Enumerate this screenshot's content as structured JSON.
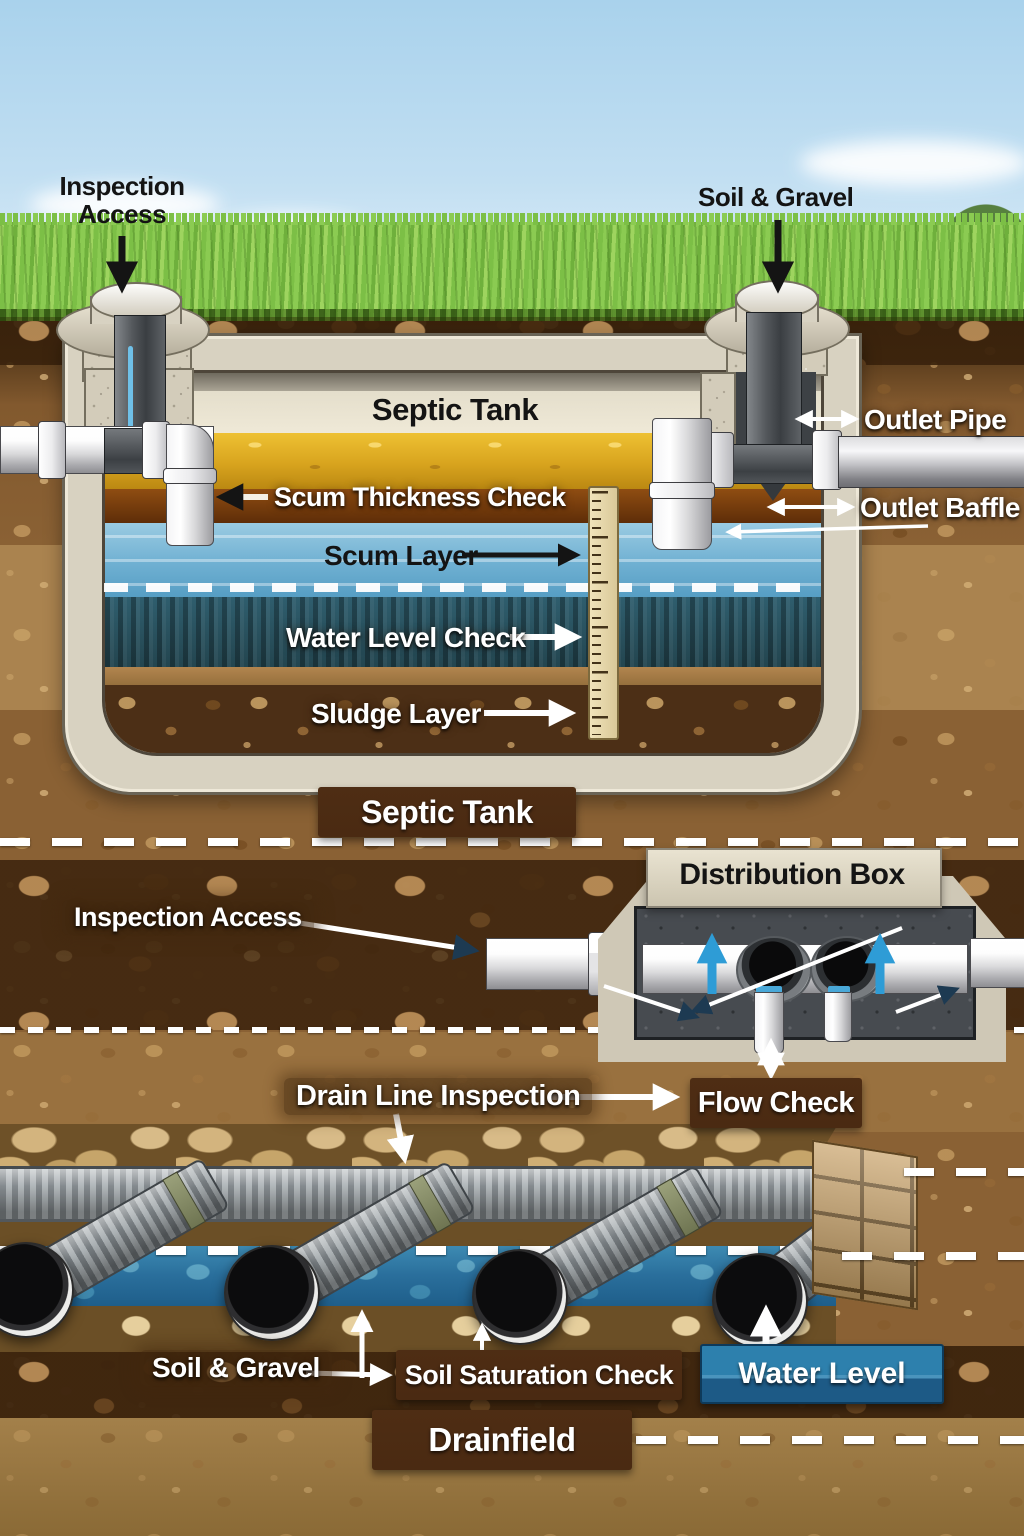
{
  "colors": {
    "label_box_brown": "#4a2a12",
    "water_label_blue": "#1d5a86",
    "title_plate_cream": "#ddd7c4",
    "text_white": "#ffffff",
    "text_black": "#141414",
    "water_blue": "#2a6f9c",
    "scum_yellow": "#d8a41e",
    "arrow_blue": "#2e9cd6"
  },
  "surface": {
    "inspection_access_label": "Inspection Access",
    "soil_gravel_label": "Soil & Gravel"
  },
  "septic_tank": {
    "interior_title": "Septic Tank",
    "scum_thickness_check": "Scum Thickness Check",
    "scum_layer": "Scum Layer",
    "water_level_check": "Water Level Check",
    "sludge_layer": "Sludge Layer",
    "outlet_pipe": "Outlet Pipe",
    "outlet_baffle": "Outlet Baffle",
    "caption": "Septic Tank"
  },
  "distribution_box": {
    "title": "Distribution Box",
    "inspection_access": "Inspection Access",
    "flow_check": "Flow Check"
  },
  "drainfield": {
    "drain_line_inspection": "Drain Line Inspection",
    "soil_gravel": "Soil & Gravel",
    "soil_saturation_check": "Soil Saturation Check",
    "water_level": "Water Level",
    "caption": "Drainfield"
  }
}
